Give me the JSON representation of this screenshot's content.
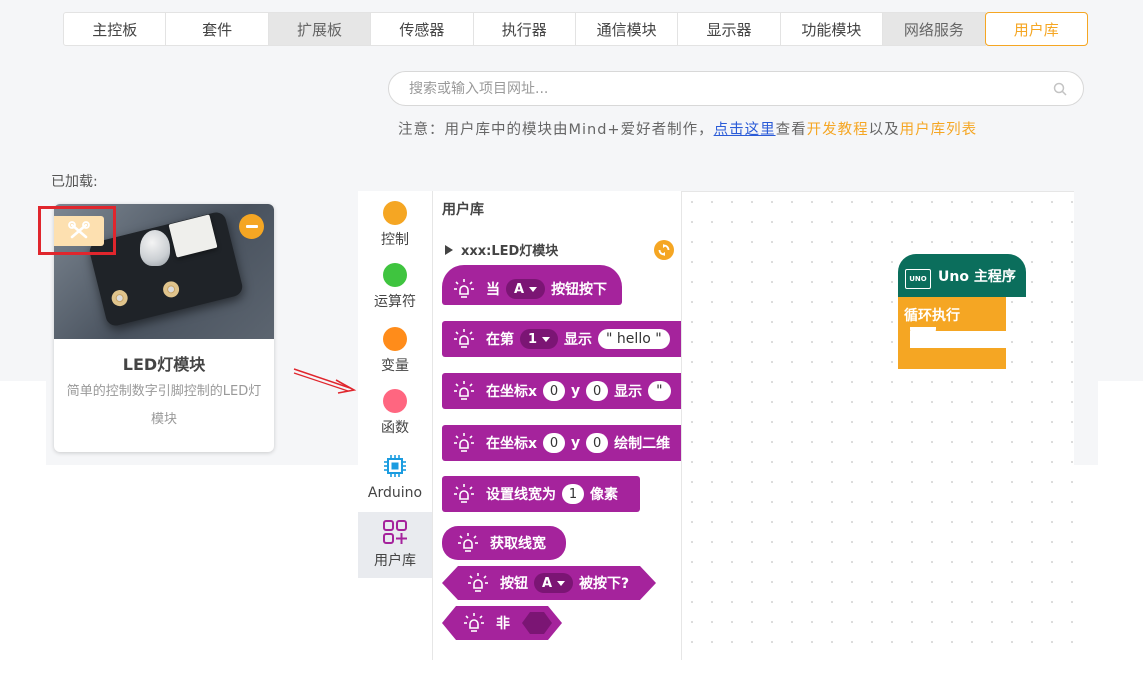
{
  "tabs": [
    {
      "label": "主控板",
      "state": "normal"
    },
    {
      "label": "套件",
      "state": "normal"
    },
    {
      "label": "扩展板",
      "state": "gray"
    },
    {
      "label": "传感器",
      "state": "normal"
    },
    {
      "label": "执行器",
      "state": "normal"
    },
    {
      "label": "通信模块",
      "state": "normal"
    },
    {
      "label": "显示器",
      "state": "normal"
    },
    {
      "label": "功能模块",
      "state": "normal"
    },
    {
      "label": "网络服务",
      "state": "gray"
    },
    {
      "label": "用户库",
      "state": "active"
    }
  ],
  "search": {
    "placeholder": "搜索或输入项目网址..."
  },
  "note": {
    "prefix": "注意：用户库中的模块由Mind+爱好者制作，",
    "link": "点击这里",
    "mid1": "查看",
    "tutorial": "开发教程",
    "mid2": "以及",
    "list": "用户库列表"
  },
  "loaded_label": "已加载:",
  "card": {
    "title": "LED灯模块",
    "description": "简单的控制数字引脚控制的LED灯模块"
  },
  "categories": [
    {
      "label": "控制",
      "color": "#f5a623"
    },
    {
      "label": "运算符",
      "color": "#3fc43f"
    },
    {
      "label": "变量",
      "color": "#ff8c1a"
    },
    {
      "label": "函数",
      "color": "#ff6680"
    },
    {
      "label": "Arduino",
      "icon": "chip-icon"
    },
    {
      "label": "用户库",
      "icon": "user-library-icon"
    }
  ],
  "palette": {
    "title": "用户库",
    "module": "xxx:LED灯模块",
    "blocks": {
      "b1": {
        "t1": "当",
        "dd": "A",
        "t2": "按钮按下"
      },
      "b2": {
        "t1": "在第",
        "dd": "1",
        "t2": "显示",
        "str": "\" hello \""
      },
      "b3": {
        "t1": "在坐标x",
        "n1": "0",
        "t2": "y",
        "n2": "0",
        "t3": "显示",
        "str": "\""
      },
      "b4": {
        "t1": "在坐标x",
        "n1": "0",
        "t2": "y",
        "n2": "0",
        "t3": "绘制二维"
      },
      "b5": {
        "t1": "设置线宽为",
        "n1": "1",
        "t2": "像素"
      },
      "b6": {
        "t1": "获取线宽"
      },
      "b7": {
        "t1": "按钮",
        "dd": "A",
        "t2": "被按下?"
      },
      "b8": {
        "t1": "非"
      }
    }
  },
  "workspace": {
    "main_label": "Uno 主程序",
    "chip_text": "UNO",
    "loop_label": "循环执行"
  }
}
